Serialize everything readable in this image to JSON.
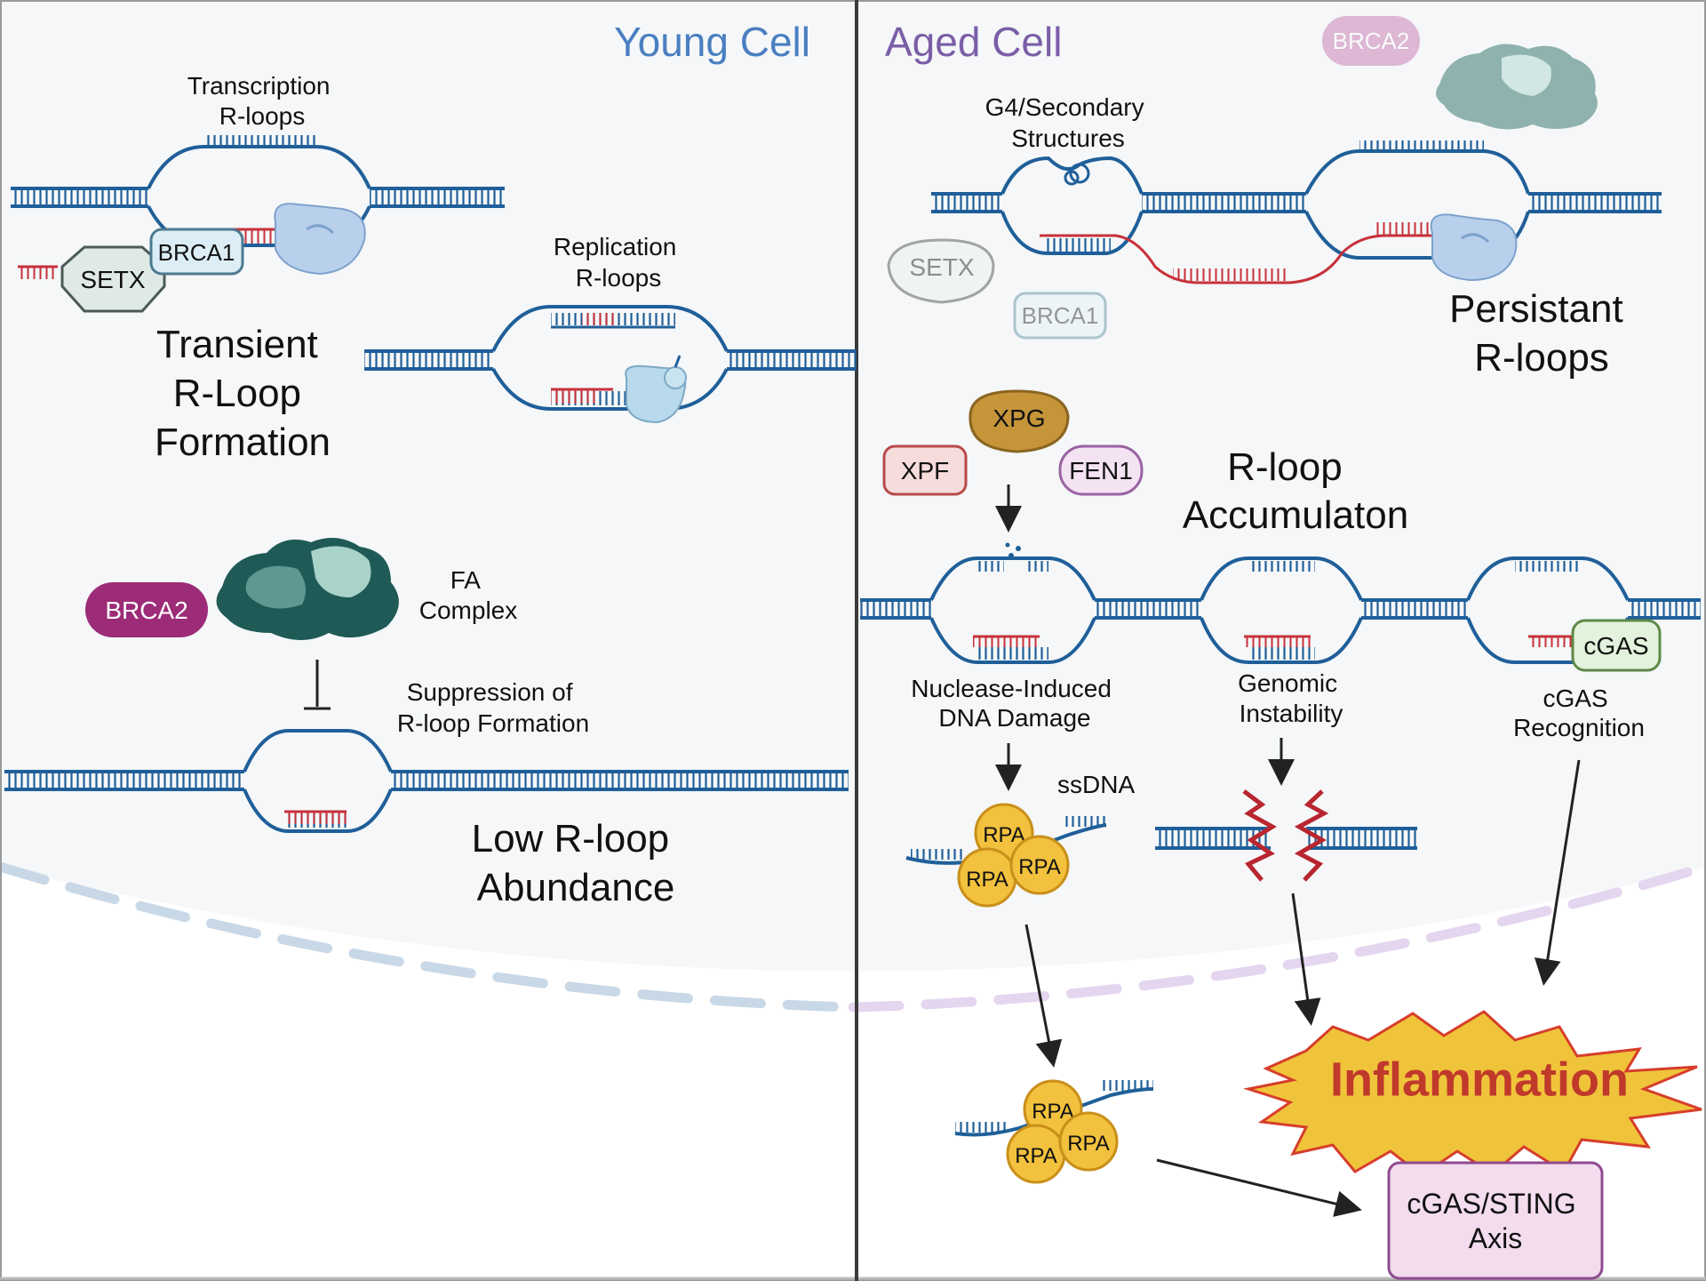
{
  "young": {
    "title": "Young Cell",
    "transcription_label": [
      "Transcription",
      "R-loops"
    ],
    "replication_label": [
      "Replication",
      "R-loops"
    ],
    "transient_label": [
      "Transient",
      "R-Loop",
      "Formation"
    ],
    "fa_label": [
      "FA",
      "Complex"
    ],
    "suppression_label": [
      "Suppression of",
      "R-loop Formation"
    ],
    "low_label": [
      "Low R-loop",
      "Abundance"
    ],
    "proteins": {
      "brca1": "BRCA1",
      "setx": "SETX",
      "brca2": "BRCA2"
    }
  },
  "aged": {
    "title": "Aged Cell",
    "g4_label": [
      "G4/Secondary",
      "Structures"
    ],
    "persistant_label": [
      "Persistant",
      "R-loops"
    ],
    "accumulation_label": [
      "R-loop",
      "Accumulaton"
    ],
    "nuclease_label": [
      "Nuclease-Induced",
      "DNA Damage"
    ],
    "genomic_label": [
      "Genomic",
      "Instability"
    ],
    "cgas_recognition_label": [
      "cGAS",
      "Recognition"
    ],
    "ssdna_label": "ssDNA",
    "inflammation_label": "Inflammation",
    "sting_label": [
      "cGAS/STING",
      "Axis"
    ],
    "proteins": {
      "brca2": "BRCA2",
      "setx": "SETX",
      "brca1": "BRCA1",
      "xpg": "XPG",
      "xpf": "XPF",
      "fen1": "FEN1",
      "cgas": "cGAS",
      "rpa": "RPA"
    }
  },
  "colors": {
    "young_title": "#4a7fc1",
    "aged_title": "#7b5ea7",
    "dna": "#1f5f99",
    "rna": "#c8313a",
    "brca2": "#9c2c78",
    "xpg": "#c6953a",
    "rpa": "#f2c13d",
    "inflammation_text": "#c0392b",
    "inflammation_fill": "#f0c43a",
    "sting_fill": "#f2dcee",
    "nucleus": "#f5f7f8"
  }
}
